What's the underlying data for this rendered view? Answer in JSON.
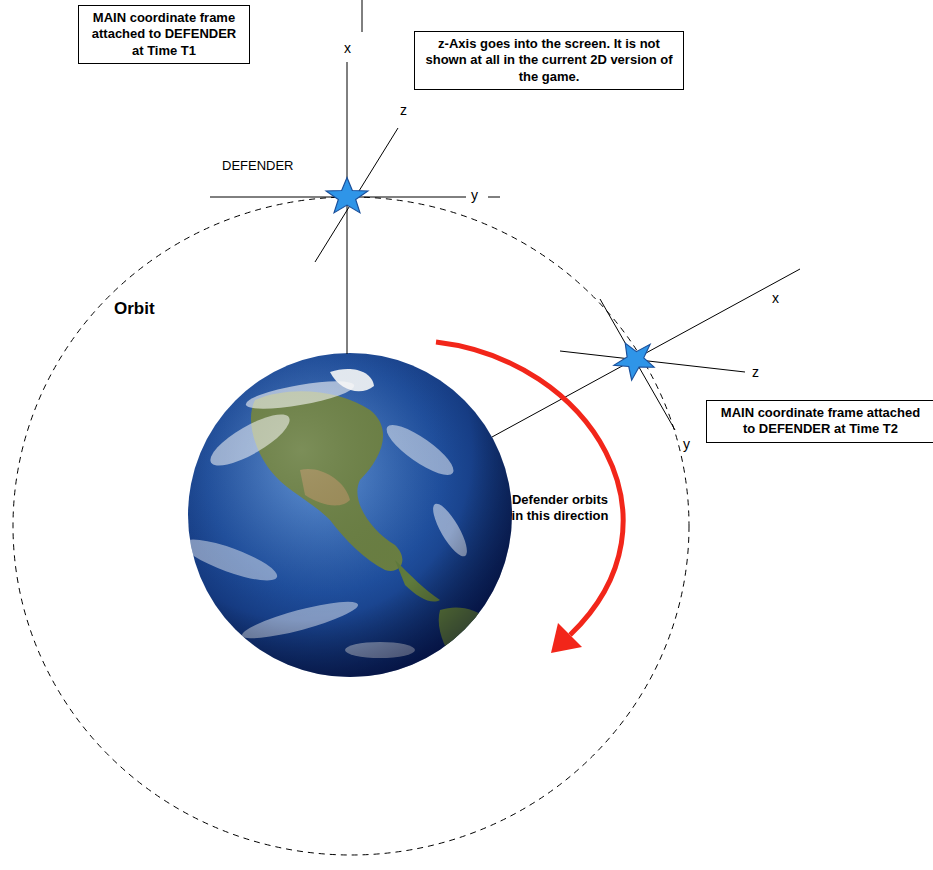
{
  "diagram": {
    "nodes": [
      {
        "text": [
          "MAIN coordinate frame attached to DEFENDER at Time T1"
        ]
      },
      {
        "text": [
          "z-Axis goes into the screen. It is not shown at all in the current 2D version of the game."
        ]
      },
      {
        "text": [
          "MAIN coordinate frame attached to DEFENDER at Time T2"
        ]
      }
    ],
    "labels": [
      "x",
      "z",
      "DEFENDER",
      "y",
      "Orbit",
      "x",
      "z",
      "y",
      "Defender orbits in this direction"
    ]
  }
}
